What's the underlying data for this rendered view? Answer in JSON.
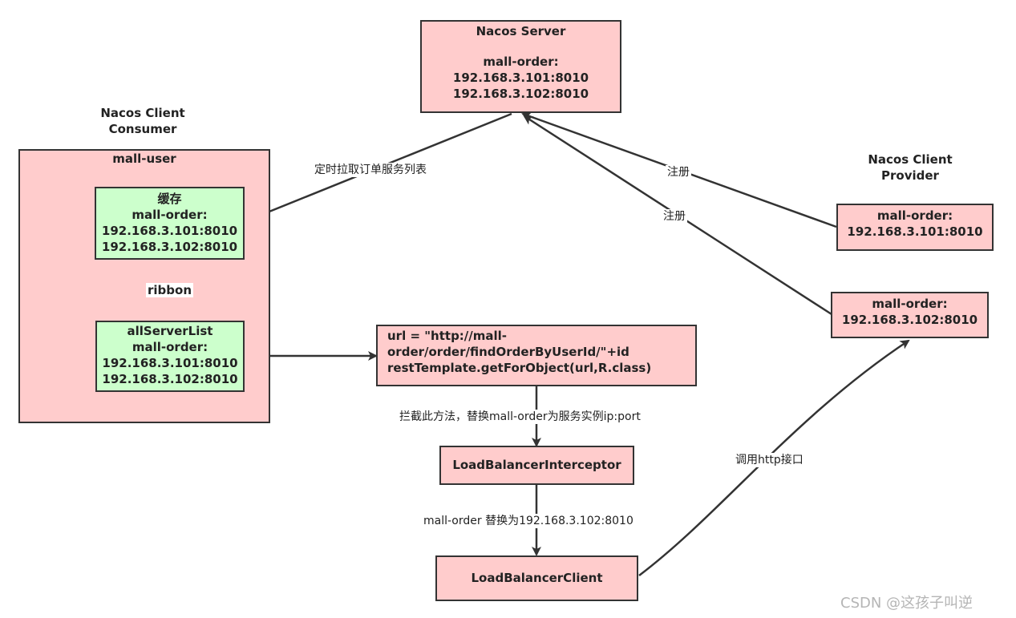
{
  "nacos_server": {
    "title": "Nacos Server",
    "lines": [
      "mall-order:",
      "192.168.3.101:8010",
      "192.168.3.102:8010"
    ]
  },
  "consumer": {
    "heading": [
      "Nacos Client",
      "Consumer"
    ],
    "container_title": "mall-user",
    "cache": {
      "lines": [
        "缓存",
        "mall-order:",
        "192.168.3.101:8010",
        "192.168.3.102:8010"
      ]
    },
    "server_list": {
      "lines": [
        "allServerList",
        "mall-order:",
        "192.168.3.101:8010",
        "192.168.3.102:8010"
      ]
    }
  },
  "provider": {
    "heading": [
      "Nacos  Client",
      "Provider"
    ],
    "instance_1": [
      "mall-order:",
      "192.168.3.101:8010"
    ],
    "instance_2": [
      "mall-order:",
      "192.168.3.102:8010"
    ]
  },
  "rest_call": {
    "lines": [
      "url = \"http://mall-",
      "order/order/findOrderByUserId/\"+id",
      "restTemplate.getForObject(url,R.class)"
    ]
  },
  "interceptor": {
    "label": "LoadBalancerInterceptor"
  },
  "client": {
    "label": "LoadBalancerClient"
  },
  "edge_labels": {
    "pull": "定时拉取订单服务列表",
    "register_1": "注册",
    "register_2": "注册",
    "ribbon": "ribbon",
    "intercept": "拦截此方法，替换mall-order为服务实例ip:port",
    "replace": "mall-order 替换为192.168.3.102:8010",
    "call_http": "调用http接口"
  },
  "watermark": "CSDN @这孩子叫逆"
}
